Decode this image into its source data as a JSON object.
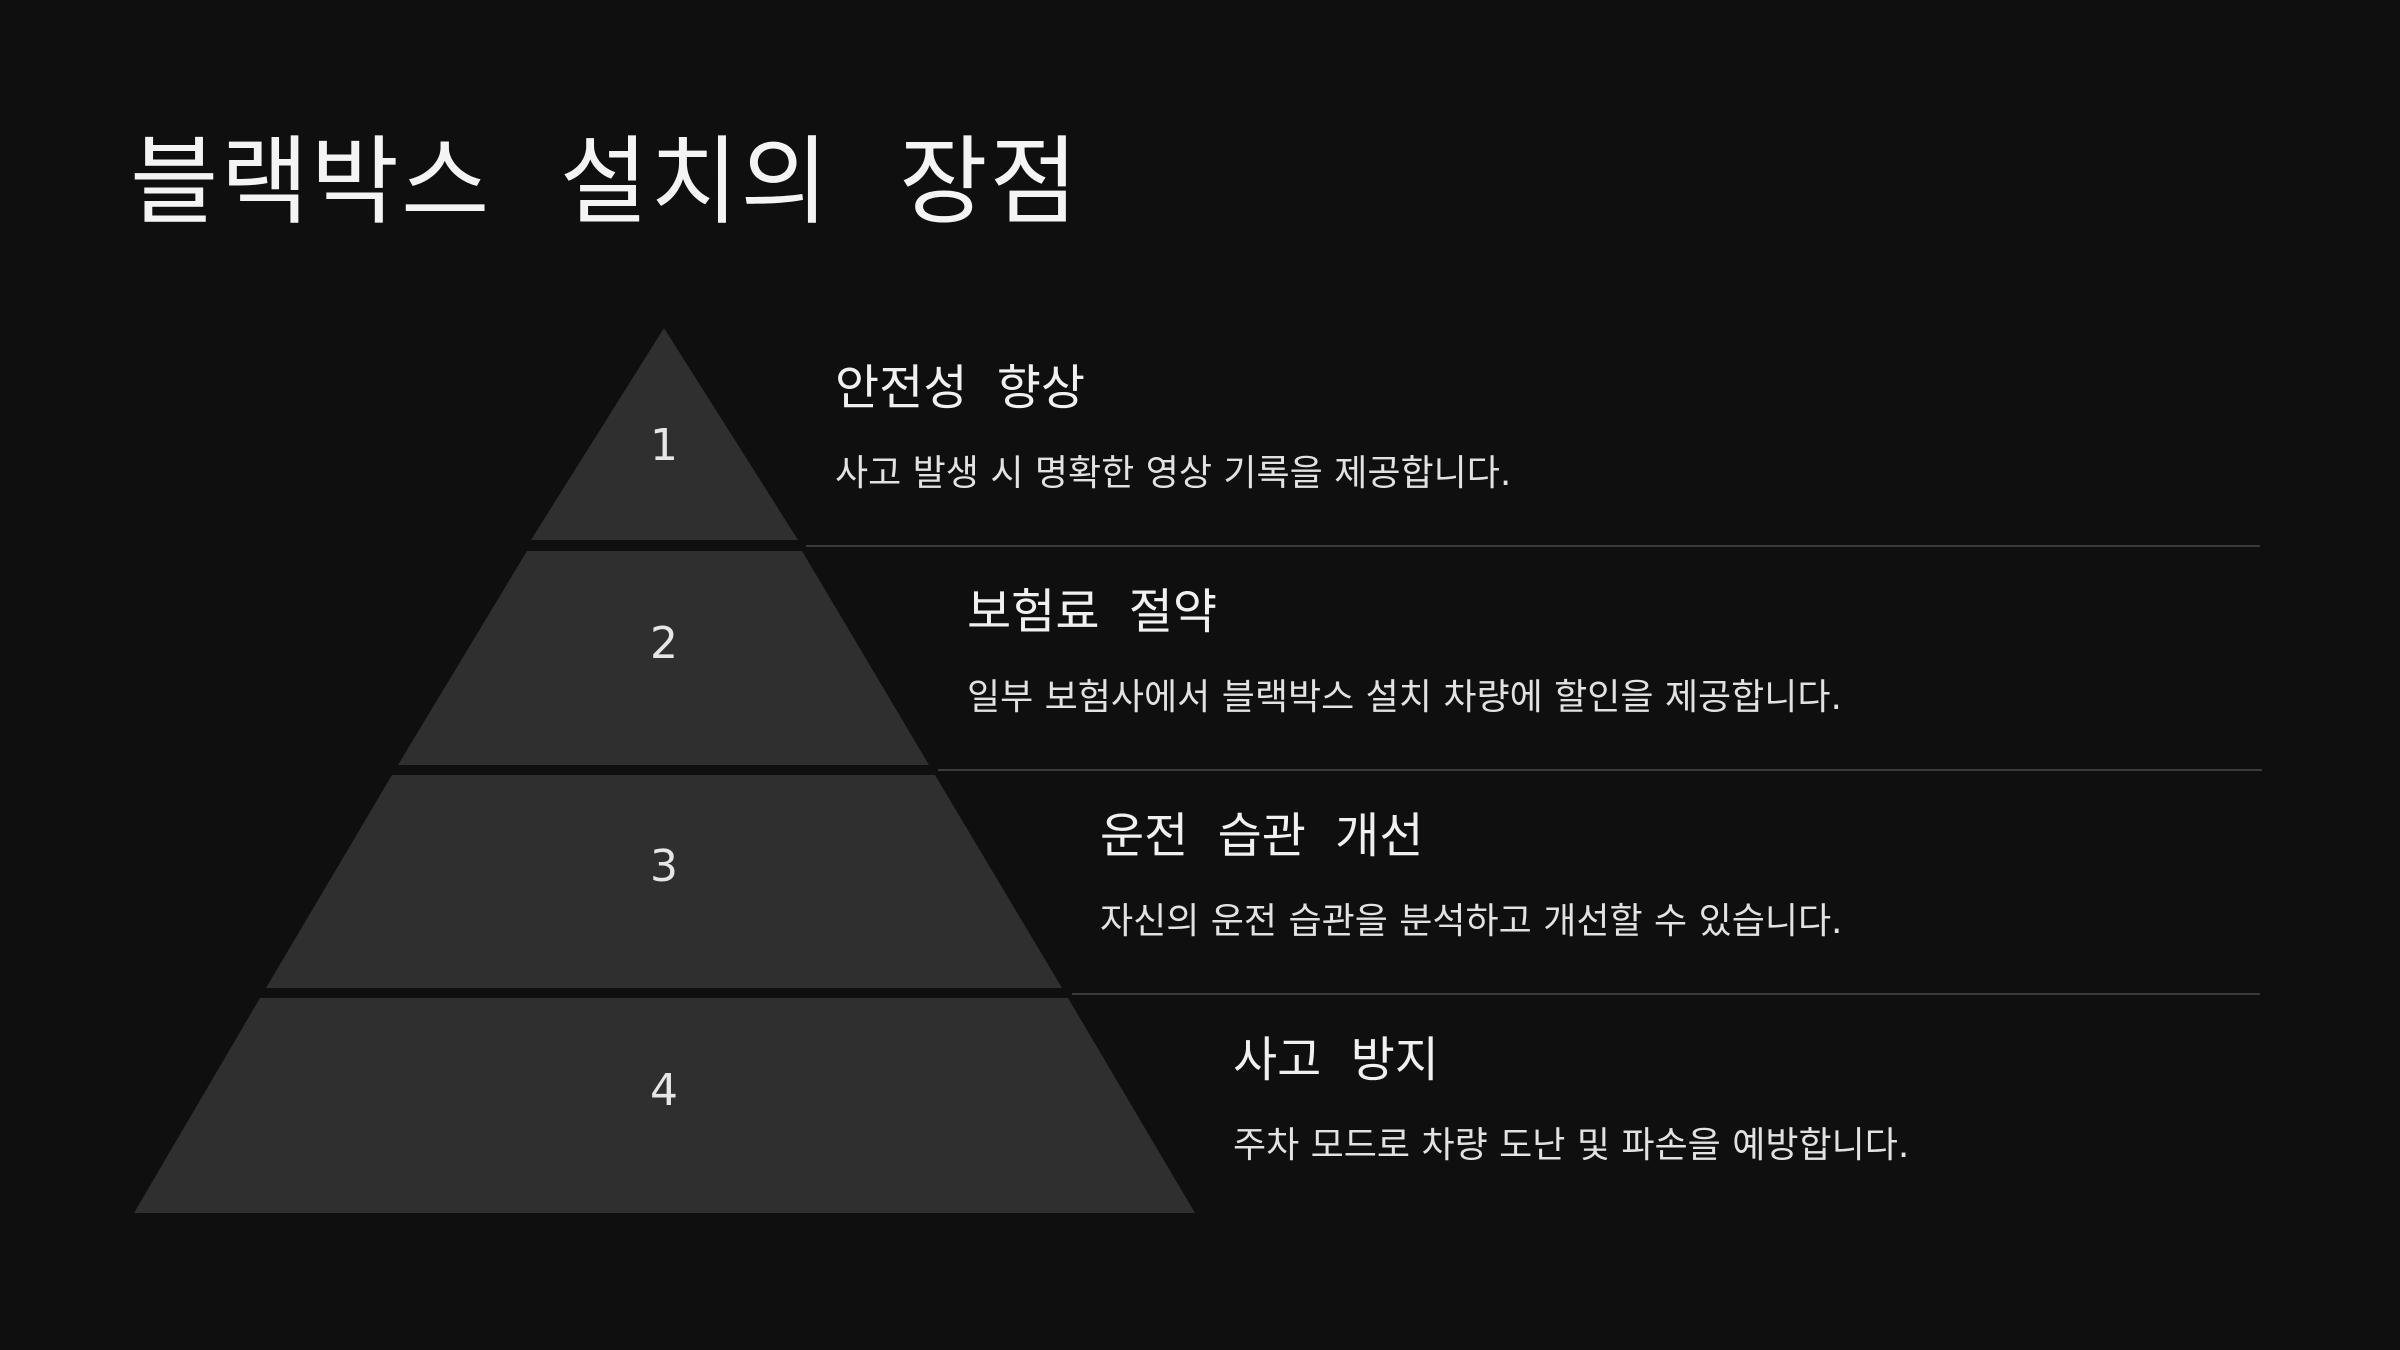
{
  "title": "블랙박스 설치의 장점",
  "colors": {
    "background": "#0f0f0f",
    "pyramid_fill": "#2f2f2f",
    "divider": "#3a3a3a",
    "text": "#f0f0f0"
  },
  "items": [
    {
      "number": "1",
      "title": "안전성 향상",
      "description": "사고 발생 시 명확한 영상 기록을 제공합니다."
    },
    {
      "number": "2",
      "title": "보험료 절약",
      "description": "일부 보험사에서 블랙박스 설치 차량에 할인을 제공합니다."
    },
    {
      "number": "3",
      "title": "운전 습관 개선",
      "description": "자신의 운전 습관을 분석하고 개선할 수 있습니다."
    },
    {
      "number": "4",
      "title": "사고 방지",
      "description": "주차 모드로 차량 도난 및 파손을 예방합니다."
    }
  ]
}
